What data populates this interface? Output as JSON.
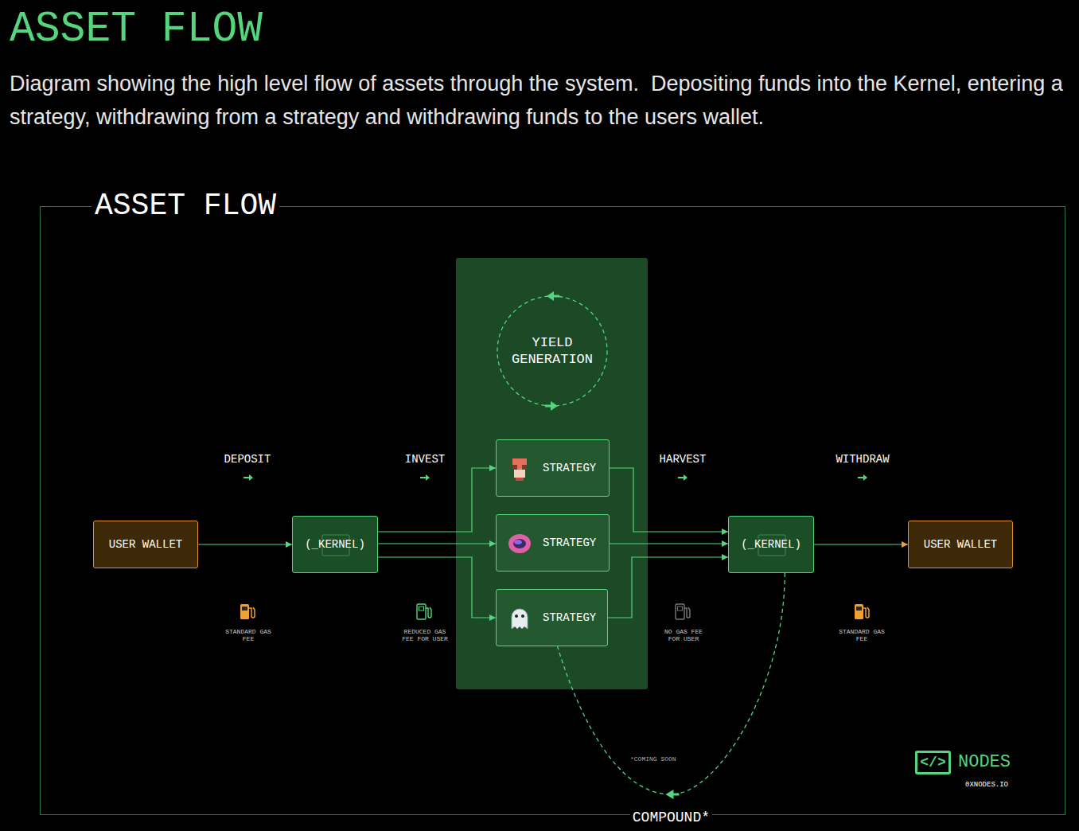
{
  "diagram": {
    "title": "ASSET FLOW",
    "caption": "Diagram showing the high level flow of assets through the system.  Depositing funds into the Kernel, entering a strategy, withdrawing from a strategy and withdrawing funds to the users wallet.",
    "nodes": [
      {
        "text": [
          "ASSET FLOW"
        ]
      },
      {
        "text": [
          "USER WALLET"
        ],
        "in": 0
      },
      {
        "text": [
          "(_KERNEL)"
        ],
        "in": 0
      },
      {
        "text": [
          "YIELD GENERATION"
        ],
        "in": 0
      },
      {
        "text": [
          "STRATEGY"
        ],
        "in": 0
      },
      {
        "text": [
          "STRATEGY"
        ],
        "in": 0
      },
      {
        "text": [
          "STRATEGY"
        ],
        "in": 0
      },
      {
        "text": [
          "(_KERNEL)"
        ],
        "in": 0
      },
      {
        "text": [
          "USER WALLET"
        ],
        "in": 0
      }
    ],
    "edges": [
      {
        "from": 1,
        "to": 2,
        "arrow": "to"
      },
      {
        "from": 2,
        "to": 4,
        "arrow": "to"
      },
      {
        "from": 2,
        "to": 5,
        "arrow": "to"
      },
      {
        "from": 2,
        "to": 6,
        "arrow": "to"
      },
      {
        "from": 4,
        "to": 7,
        "arrow": "to"
      },
      {
        "from": 5,
        "to": 7,
        "arrow": "to"
      },
      {
        "from": 6,
        "to": 7,
        "arrow": "to"
      },
      {
        "from": 7,
        "to": 8,
        "arrow": "to"
      },
      {
        "from": 7,
        "to": 6,
        "label": "COMPOUND*",
        "arrow": "to"
      }
    ],
    "labels": [
      "DEPOSIT",
      "INVEST",
      "HARVEST",
      "WITHDRAW",
      "STANDARD GAS FEE",
      "REDUCED GAS FEE FOR USER",
      "NO GAS FEE FOR USER",
      "STANDARD GAS FEE",
      "*COMING SOON",
      "</>",
      "NODES",
      "0XNODES.IO"
    ]
  }
}
